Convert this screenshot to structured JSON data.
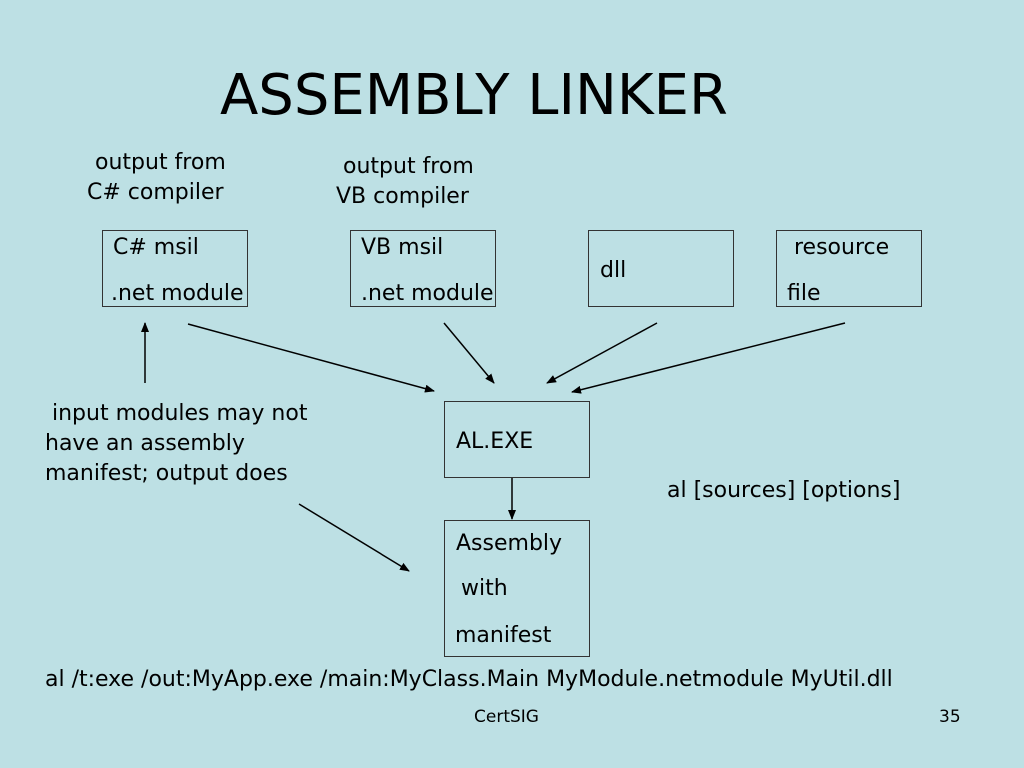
{
  "slide": {
    "title": "ASSEMBLY LINKER",
    "footer": "CertSIG",
    "page_number": "35"
  },
  "labels": {
    "csharp_source": [
      "output from",
      "C# compiler"
    ],
    "vb_source": [
      "output from",
      "VB compiler"
    ],
    "note": [
      "input modules may not",
      "have an assembly",
      "manifest; output does"
    ],
    "syntax": "al [sources] [options]",
    "command": "al /t:exe /out:MyApp.exe /main:MyClass.Main MyModule.netmodule MyUtil.dll"
  },
  "boxes": {
    "csharp": [
      "C# msil",
      ".net module"
    ],
    "vb": [
      "VB msil",
      ".net module"
    ],
    "dll": [
      "dll"
    ],
    "resource": [
      "resource",
      "file"
    ],
    "al": [
      "AL.EXE"
    ],
    "assembly": [
      "Assembly",
      "with",
      "manifest"
    ]
  }
}
